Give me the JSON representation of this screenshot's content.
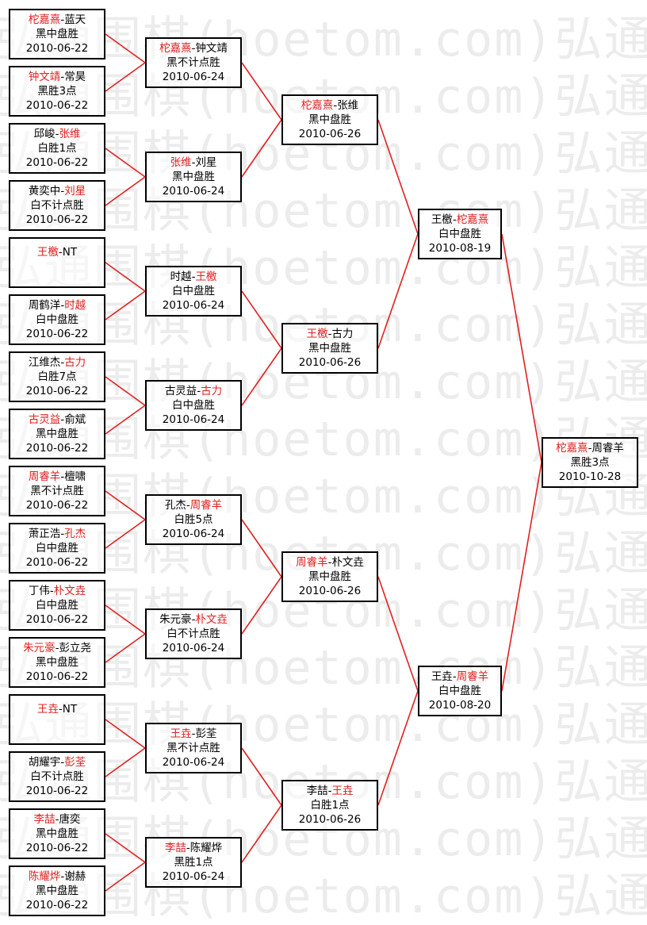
{
  "watermark": {
    "text": "弘通围棋(hoetom.com)弘通围棋(hoetom.com)",
    "rows": 16
  },
  "colors": {
    "line": "#e02020",
    "winner": "#e02020",
    "border": "#000000",
    "watermark": "#ececec"
  },
  "round1": [
    {
      "p1": "柁嘉熹",
      "p2": "蓝天",
      "winner": "p1",
      "result": "黑中盘胜",
      "date": "2010-06-22"
    },
    {
      "p1": "钟文靖",
      "p2": "常昊",
      "winner": "p1",
      "result": "黑胜3点",
      "date": "2010-06-22"
    },
    {
      "p1": "邱峻",
      "p2": "张维",
      "winner": "p2",
      "result": "白胜1点",
      "date": "2010-06-22"
    },
    {
      "p1": "黄奕中",
      "p2": "刘星",
      "winner": "p2",
      "result": "白不计点胜",
      "date": "2010-06-22"
    },
    {
      "p1": "王檄",
      "p2": "NT",
      "winner": "p1",
      "result": "",
      "date": ""
    },
    {
      "p1": "周鹤洋",
      "p2": "时越",
      "winner": "p2",
      "result": "白中盘胜",
      "date": "2010-06-22"
    },
    {
      "p1": "江维杰",
      "p2": "古力",
      "winner": "p2",
      "result": "白胜7点",
      "date": "2010-06-22"
    },
    {
      "p1": "古灵益",
      "p2": "俞斌",
      "winner": "p1",
      "result": "黑中盘胜",
      "date": "2010-06-22"
    },
    {
      "p1": "周睿羊",
      "p2": "檀啸",
      "winner": "p1",
      "result": "黑不计点胜",
      "date": "2010-06-22"
    },
    {
      "p1": "萧正浩",
      "p2": "孔杰",
      "winner": "p2",
      "result": "白中盘胜",
      "date": "2010-06-22"
    },
    {
      "p1": "丁伟",
      "p2": "朴文垚",
      "winner": "p2",
      "result": "白中盘胜",
      "date": "2010-06-22"
    },
    {
      "p1": "朱元豪",
      "p2": "彭立尧",
      "winner": "p1",
      "result": "黑中盘胜",
      "date": "2010-06-22"
    },
    {
      "p1": "王垚",
      "p2": "NT",
      "winner": "p1",
      "result": "",
      "date": ""
    },
    {
      "p1": "胡耀宇",
      "p2": "彭荃",
      "winner": "p2",
      "result": "白不计点胜",
      "date": "2010-06-22"
    },
    {
      "p1": "李喆",
      "p2": "唐奕",
      "winner": "p1",
      "result": "黑中盘胜",
      "date": "2010-06-22"
    },
    {
      "p1": "陈耀烨",
      "p2": "谢赫",
      "winner": "p1",
      "result": "黑中盘胜",
      "date": "2010-06-22"
    }
  ],
  "round2": [
    {
      "p1": "柁嘉熹",
      "p2": "钟文靖",
      "winner": "p1",
      "result": "黑不计点胜",
      "date": "2010-06-24"
    },
    {
      "p1": "张维",
      "p2": "刘星",
      "winner": "p1",
      "result": "黑中盘胜",
      "date": "2010-06-24"
    },
    {
      "p1": "时越",
      "p2": "王檄",
      "winner": "p2",
      "result": "白中盘胜",
      "date": "2010-06-24"
    },
    {
      "p1": "古灵益",
      "p2": "古力",
      "winner": "p2",
      "result": "白中盘胜",
      "date": "2010-06-24"
    },
    {
      "p1": "孔杰",
      "p2": "周睿羊",
      "winner": "p2",
      "result": "白胜5点",
      "date": "2010-06-24"
    },
    {
      "p1": "朱元豪",
      "p2": "朴文垚",
      "winner": "p2",
      "result": "白不计点胜",
      "date": "2010-06-24"
    },
    {
      "p1": "王垚",
      "p2": "彭荃",
      "winner": "p1",
      "result": "黑不计点胜",
      "date": "2010-06-24"
    },
    {
      "p1": "李喆",
      "p2": "陈耀烨",
      "winner": "p1",
      "result": "黑胜1点",
      "date": "2010-06-24"
    }
  ],
  "round3": [
    {
      "p1": "柁嘉熹",
      "p2": "张维",
      "winner": "p1",
      "result": "黑中盘胜",
      "date": "2010-06-26"
    },
    {
      "p1": "王檄",
      "p2": "古力",
      "winner": "p1",
      "result": "黑中盘胜",
      "date": "2010-06-26"
    },
    {
      "p1": "周睿羊",
      "p2": "朴文垚",
      "winner": "p1",
      "result": "黑中盘胜",
      "date": "2010-06-26"
    },
    {
      "p1": "李喆",
      "p2": "王垚",
      "winner": "p2",
      "result": "白胜1点",
      "date": "2010-06-26"
    }
  ],
  "round4": [
    {
      "p1": "王檄",
      "p2": "柁嘉熹",
      "winner": "p2",
      "result": "白中盘胜",
      "date": "2010-08-19"
    },
    {
      "p1": "王垚",
      "p2": "周睿羊",
      "winner": "p2",
      "result": "白中盘胜",
      "date": "2010-08-20"
    }
  ],
  "final": [
    {
      "p1": "柁嘉熹",
      "p2": "周睿羊",
      "winner": "p1",
      "result": "黑胜3点",
      "date": "2010-10-28"
    }
  ]
}
